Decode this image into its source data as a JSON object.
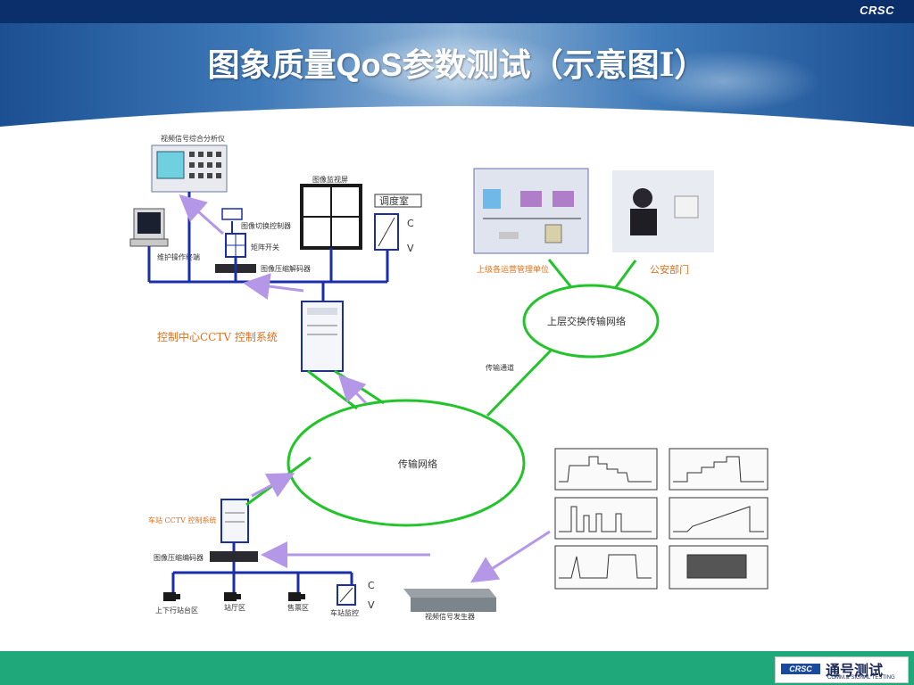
{
  "brand_top": "CRSC",
  "title": {
    "part1": "图象质量",
    "part2": "QoS",
    "part3": "参数测试（示意图I）"
  },
  "footer": {
    "crsc": "CRSC",
    "cn": "通号测试",
    "en": "COMM.& SIGNAL TESTING"
  },
  "labels": {
    "analyzer": "视频信号综合分析仪",
    "maint_terminal": "维护操作终端",
    "switch_ctrl": "图像切换控制器",
    "matrix": "矩阵开关",
    "codec_top": "图像压缩解码器",
    "monitor_wall": "图像监视屏",
    "dispatch_room": "调度室",
    "cv_c": "C",
    "cv_v": "V",
    "control_center": "控制中心CCTV 控制系统",
    "upper_mgmt": "上级各运营管理单位",
    "police": "公安部门",
    "upper_network": "上层交换传输网络",
    "channel": "传输通道",
    "network": "传输网络",
    "station_cctv": "车站 CCTV  控制系统",
    "encoder": "图像压缩编码器",
    "platform": "上下行站台区",
    "hall": "站厅区",
    "ticket": "售票区",
    "station_monitor": "车站监控",
    "cv2_c": "C",
    "cv2_v": "V",
    "generator": "视频信号发生器"
  },
  "colors": {
    "link_blue": "#1a2ea8",
    "link_green": "#22c42a",
    "arrow_purple": "#b597e8",
    "label_orange": "#e0701a"
  }
}
